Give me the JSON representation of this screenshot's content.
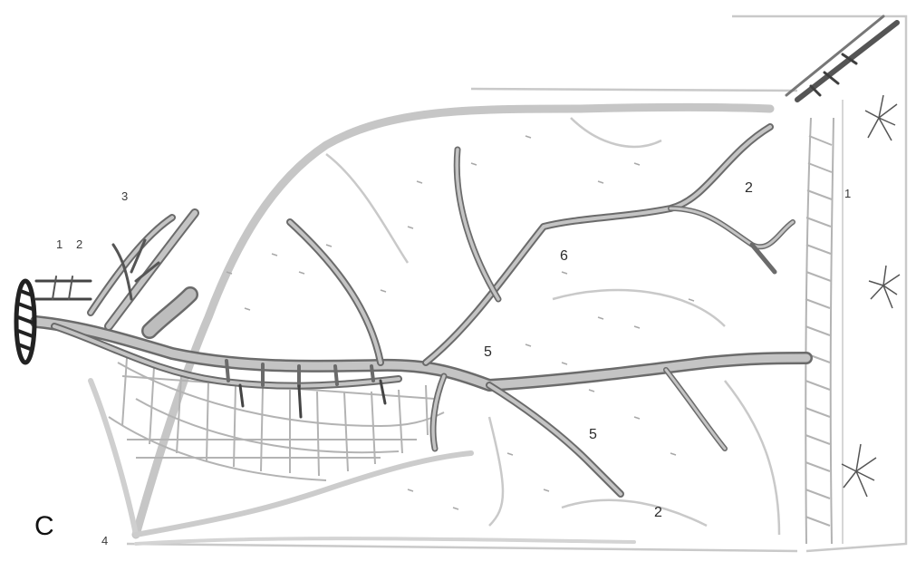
{
  "panel_label": "C",
  "labels": {
    "l1": "1",
    "l1_left": "1",
    "l2_left": "2",
    "l2_top": "2",
    "l2_bottom": "2",
    "l3": "3",
    "l4": "4",
    "l5_upper": "5",
    "l5_lower": "5",
    "l6": "6"
  },
  "colors": {
    "vessel_dark": "#6b6b6b",
    "vessel_fill": "#bdbdbd",
    "network": "#b8b8b8",
    "outline": "#c9c9c9",
    "ink": "#2b2b2b"
  }
}
